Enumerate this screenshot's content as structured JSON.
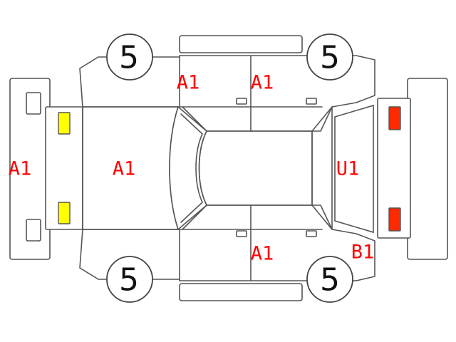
{
  "tire_labels": {
    "front_left": "5",
    "front_right": "5",
    "rear_left": "5",
    "rear_right": "5"
  },
  "damage_labels": {
    "front_bumper": "A1",
    "hood": "A1",
    "left_front_door": "A1",
    "left_rear_door": "A1",
    "right_rear_door": "A1",
    "rear_glass": "U1",
    "rear_quarter": "B1"
  },
  "colors": {
    "front_lamp": "#ffff00",
    "rear_lamp": "#ff2a00",
    "damage_text": "#ff0000",
    "outline": "#555555"
  }
}
